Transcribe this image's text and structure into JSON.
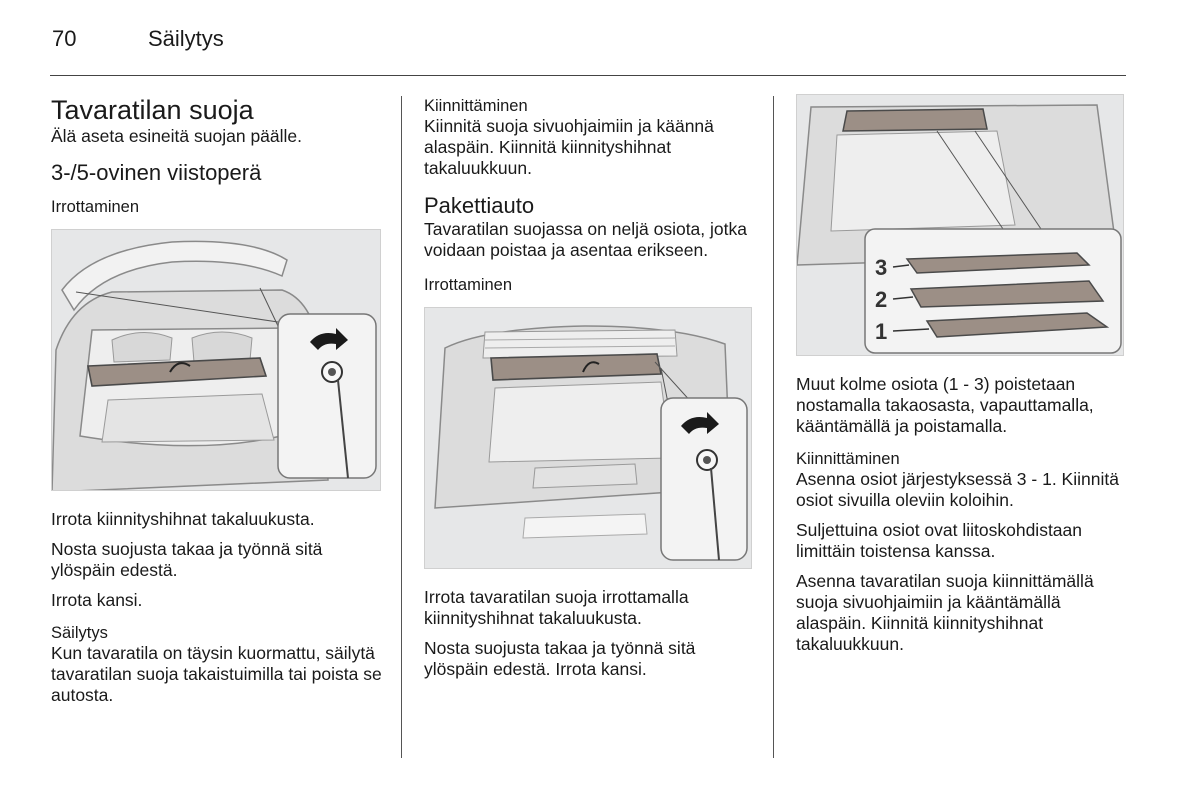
{
  "header": {
    "page_number": "70",
    "section": "Säilytys"
  },
  "col1": {
    "title": "Tavaratilan suoja",
    "intro": "Älä aseta esineitä suojan päälle.",
    "subtitle": "3-/5-ovinen viistoperä",
    "remove_heading": "Irrottaminen",
    "remove_steps": [
      "Irrota kiinnityshihnat takaluukusta.",
      "Nosta suojusta takaa ja työnnä sitä ylöspäin edestä.",
      "Irrota kansi."
    ],
    "storage_heading": "Säilytys",
    "storage_text": "Kun tavaratila on täysin kuormattu, säilytä tavaratilan suoja takaistuimilla tai poista se autosta."
  },
  "col2": {
    "attach_heading": "Kiinnittäminen",
    "attach_text": "Kiinnitä suoja sivuohjaimiin ja käännä alaspäin. Kiinnitä kiinnityshihnat takaluukkuun.",
    "van_title": "Pakettiauto",
    "van_intro": "Tavaratilan suojassa on neljä osiota, jotka voidaan poistaa ja asentaa erikseen.",
    "remove_heading": "Irrottaminen",
    "remove_steps": [
      "Irrota tavaratilan suoja irrottamalla kiinnityshihnat takaluukusta.",
      "Nosta suojusta takaa ja työnnä sitä ylöspäin edestä. Irrota kansi."
    ]
  },
  "col3": {
    "figure_labels": [
      "3",
      "2",
      "1"
    ],
    "sections_text": "Muut kolme osiota (1 - 3) poistetaan nostamalla takaosasta, vapauttamalla, kääntämällä ja poistamalla.",
    "attach_heading": "Kiinnittäminen",
    "attach_steps": [
      "Asenna osiot järjestyksessä 3 - 1. Kiinnitä osiot sivuilla oleviin koloihin.",
      "Suljettuina osiot ovat liitoskohdistaan limittäin toistensa kanssa.",
      "Asenna tavaratilan suoja kiinnittämällä suoja sivuohjaimiin ja kääntämällä alaspäin. Kiinnitä kiinnityshihnat takaluukkuun."
    ]
  }
}
